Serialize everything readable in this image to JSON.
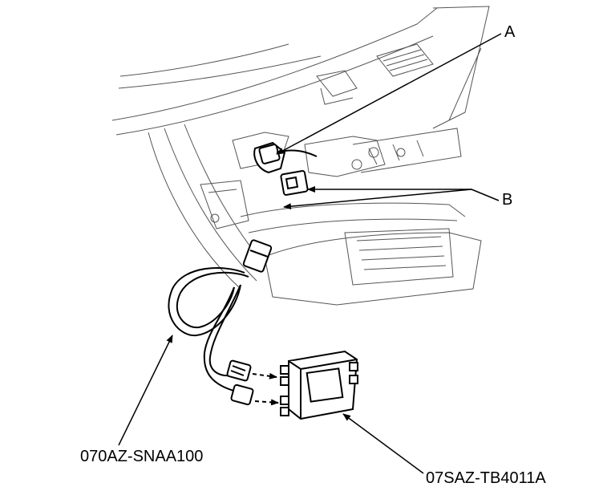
{
  "labels": {
    "a": "A",
    "b": "B",
    "adapter_cable": "070AZ-SNAA100",
    "control_box": "07SAZ-TB4011A"
  },
  "colors": {
    "line": "#000000",
    "thin_line": "#555555",
    "background": "#ffffff"
  }
}
